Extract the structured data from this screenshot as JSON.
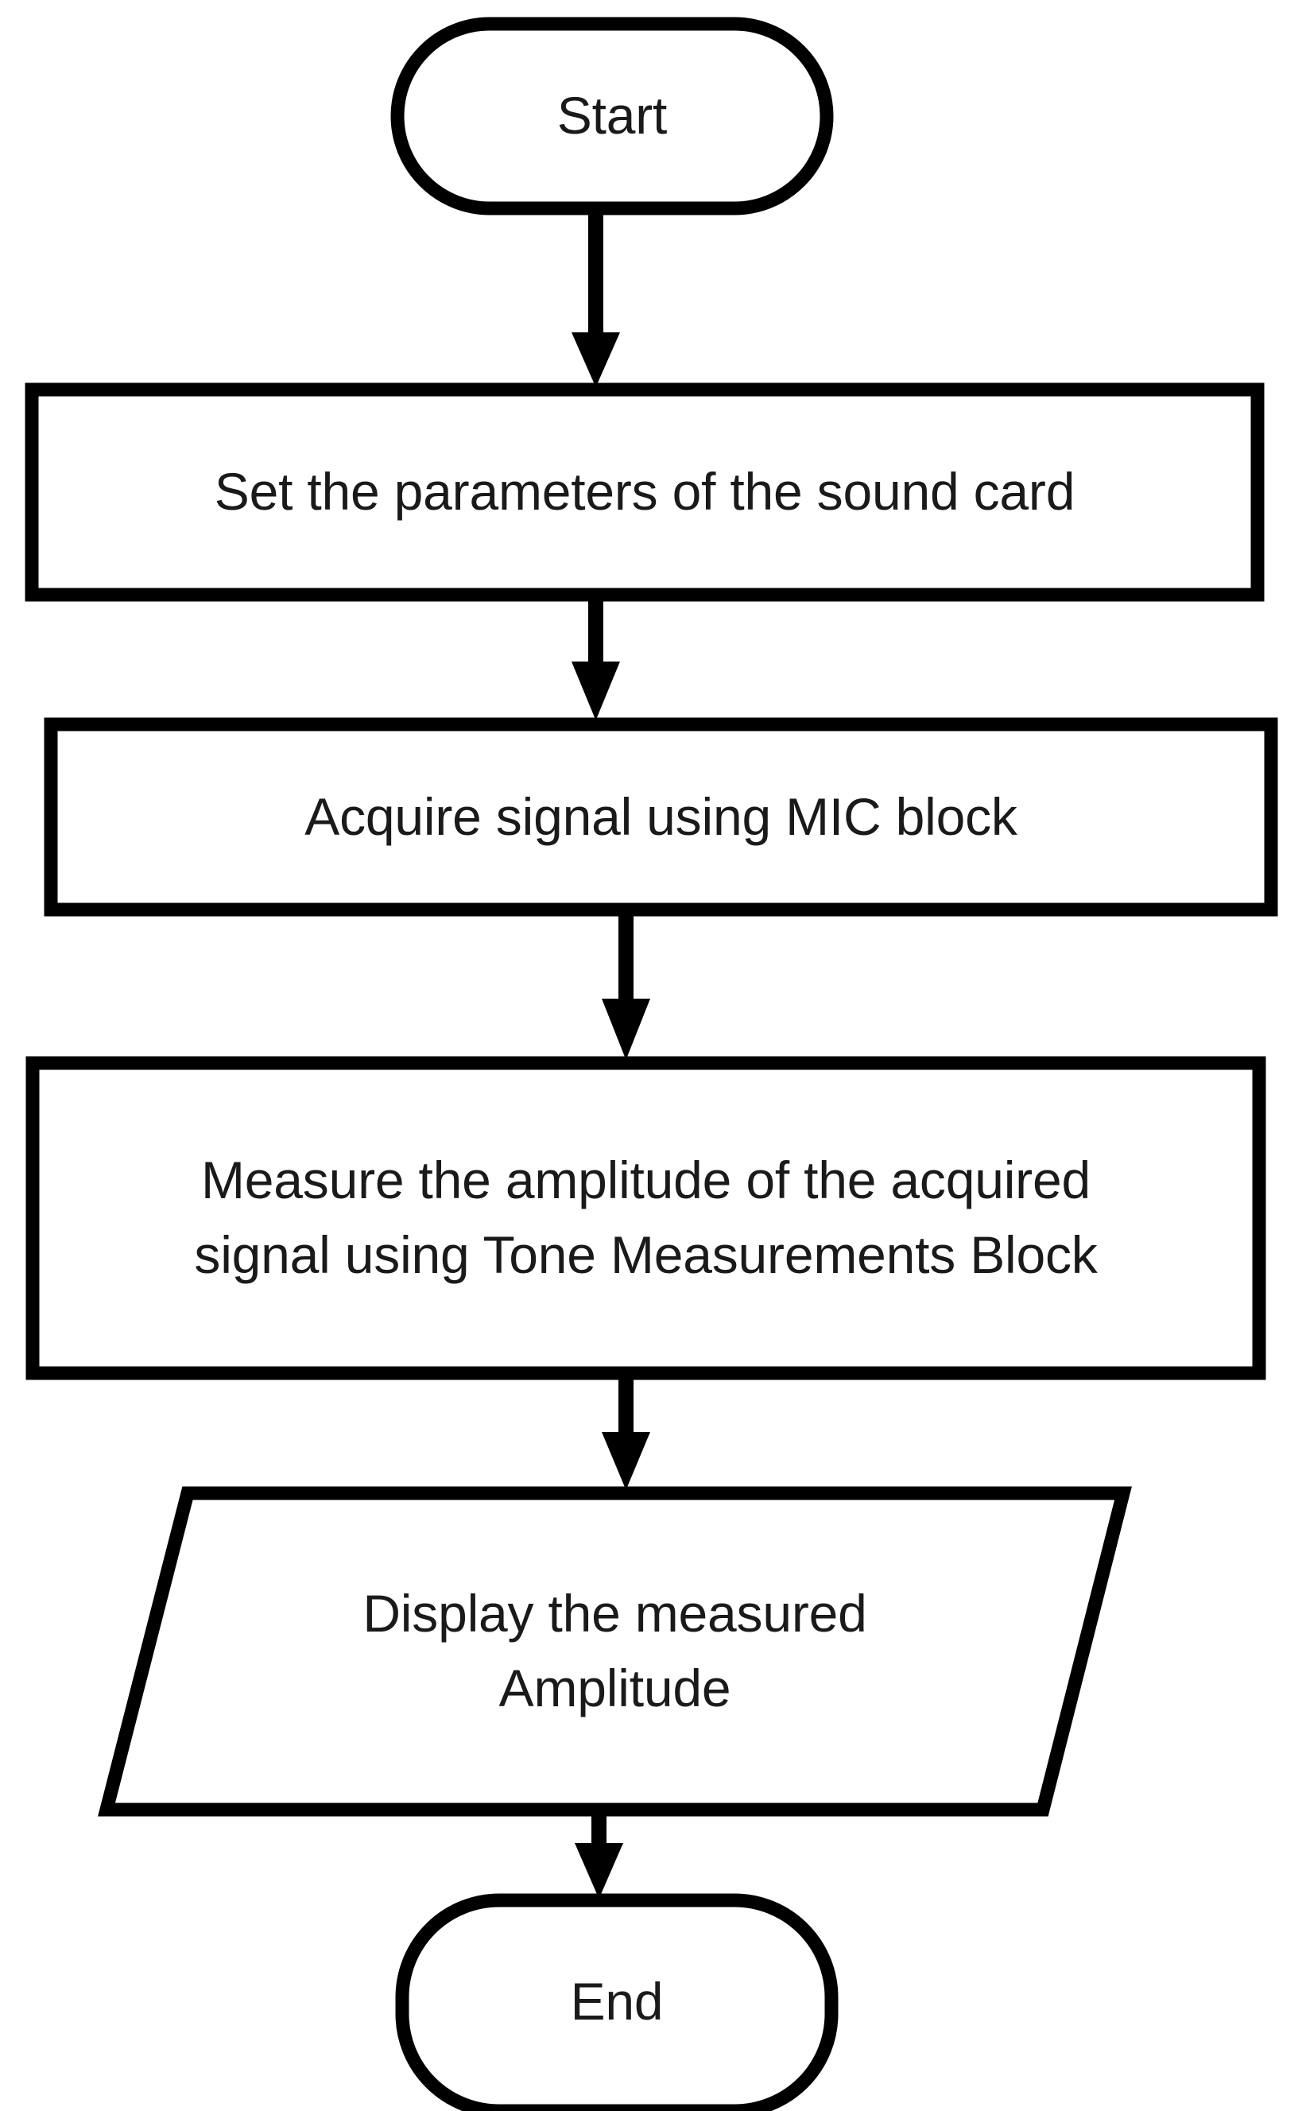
{
  "diagram": {
    "type": "flowchart",
    "orientation": "top-to-bottom",
    "background_color": "#ffffff",
    "stroke_color": "#000000",
    "fill_color": "#ffffff",
    "text_color": "#1a1a1a",
    "nodes": [
      {
        "id": "start",
        "shape": "terminator",
        "label": "Start",
        "lines": [
          "Start"
        ]
      },
      {
        "id": "set-parameters",
        "shape": "process",
        "label": "Set the parameters of the sound card",
        "lines": [
          "Set the parameters of the sound card"
        ]
      },
      {
        "id": "acquire-signal",
        "shape": "process",
        "label": "Acquire signal using MIC block",
        "lines": [
          "Acquire signal using MIC block"
        ]
      },
      {
        "id": "measure-amplitude",
        "shape": "process",
        "label": "Measure the amplitude of the acquired signal using Tone Measurements Block",
        "lines": [
          "Measure the amplitude of the acquired",
          "signal using Tone Measurements Block"
        ]
      },
      {
        "id": "display-amplitude",
        "shape": "parallelogram",
        "label": "Display the measured Amplitude",
        "lines": [
          "Display the measured",
          "Amplitude"
        ]
      },
      {
        "id": "end",
        "shape": "terminator",
        "label": "End",
        "lines": [
          "End"
        ]
      }
    ],
    "edges": [
      {
        "id": "edge-start-to-set-parameters",
        "from": "start",
        "to": "set-parameters",
        "arrow": "down"
      },
      {
        "id": "edge-set-parameters-to-acquire",
        "from": "set-parameters",
        "to": "acquire-signal",
        "arrow": "down"
      },
      {
        "id": "edge-acquire-to-measure",
        "from": "acquire-signal",
        "to": "measure-amplitude",
        "arrow": "down"
      },
      {
        "id": "edge-measure-to-display",
        "from": "measure-amplitude",
        "to": "display-amplitude",
        "arrow": "down"
      },
      {
        "id": "edge-display-to-end",
        "from": "display-amplitude",
        "to": "end",
        "arrow": "down"
      }
    ]
  },
  "text": {
    "start": "Start",
    "set_parameters": "Set the parameters of the sound card",
    "acquire_signal": "Acquire signal using MIC block",
    "measure_line1": "Measure the amplitude of the acquired",
    "measure_line2": "signal using Tone Measurements Block",
    "display_line1": "Display the measured",
    "display_line2": "Amplitude",
    "end": "End"
  }
}
